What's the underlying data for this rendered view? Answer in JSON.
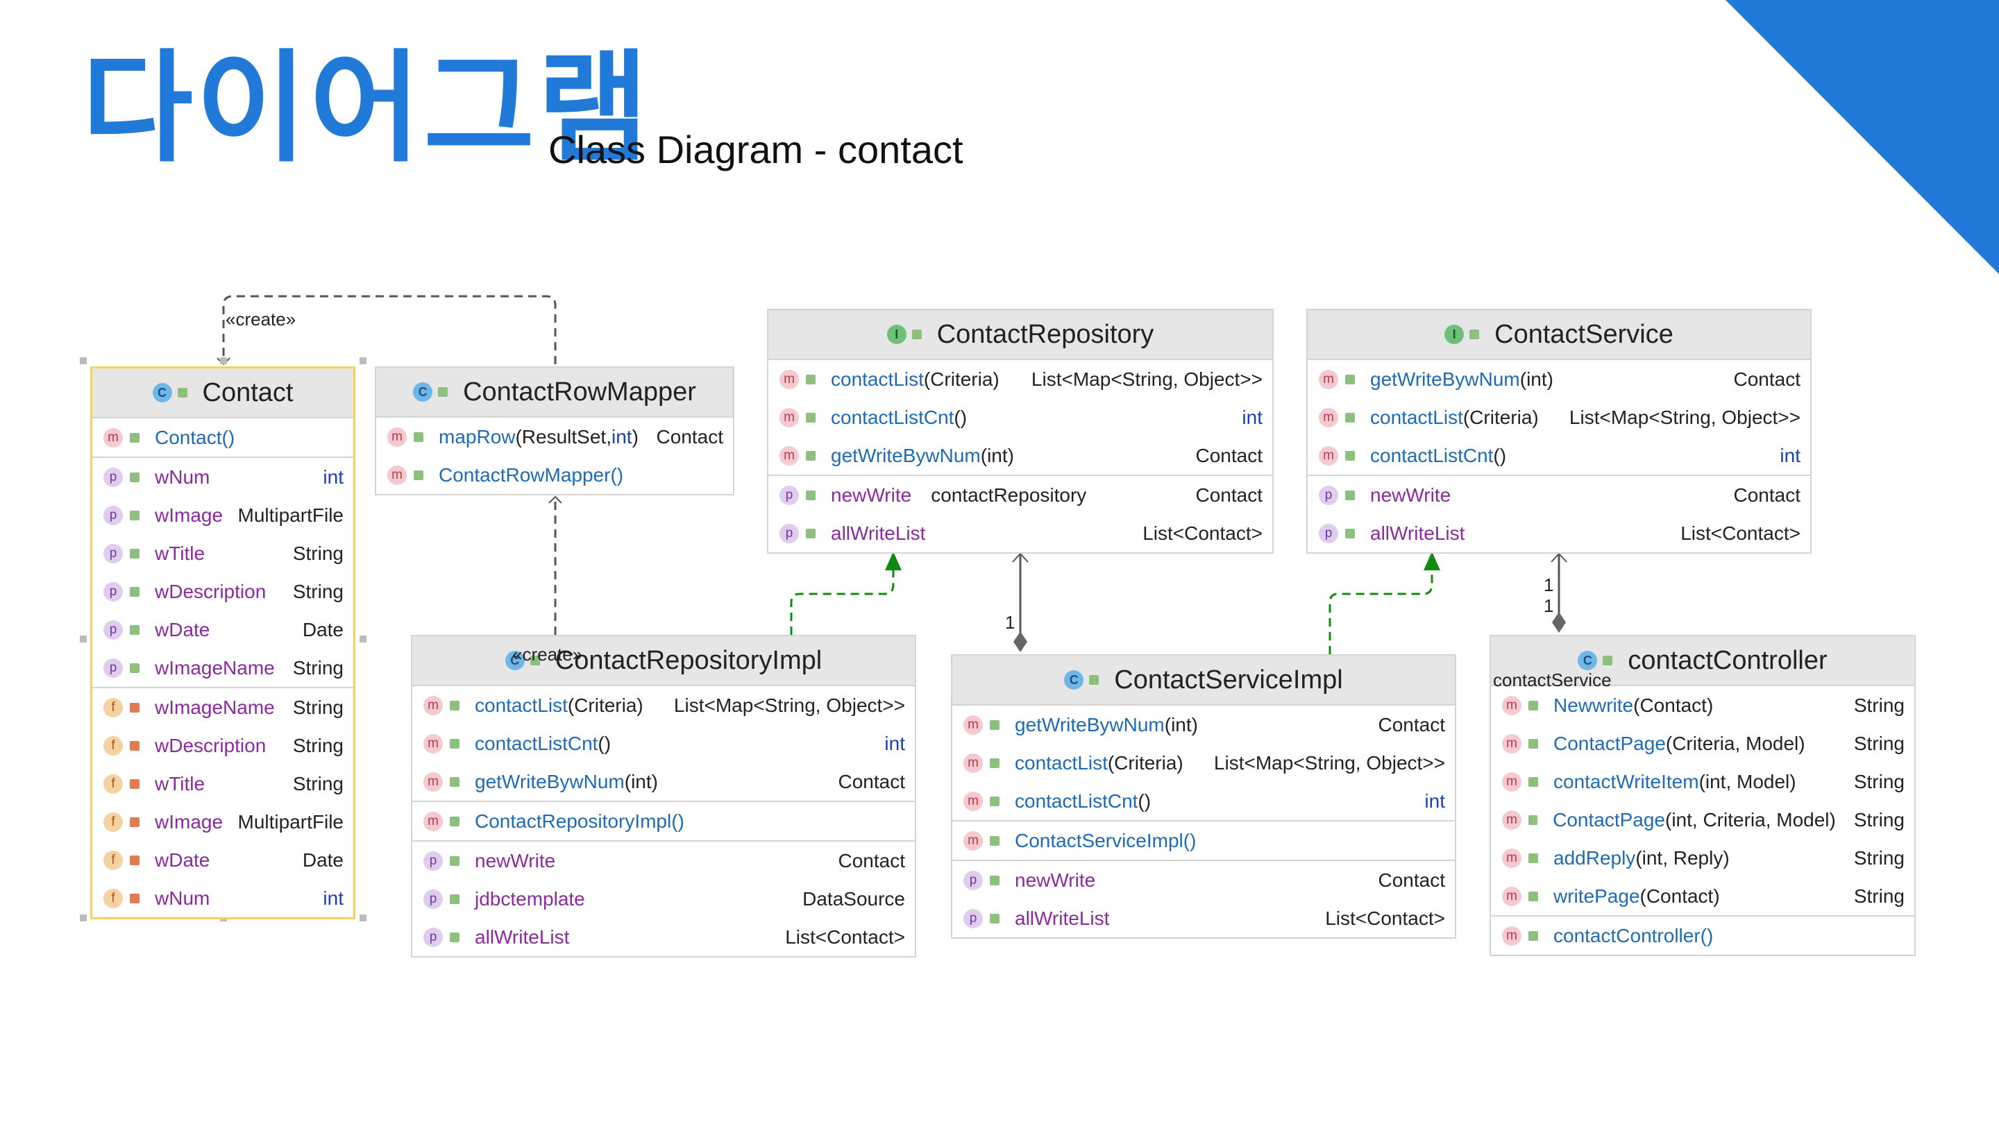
{
  "title": {
    "korean": "다이어그램",
    "english": "Class Diagram - contact"
  },
  "colors": {
    "accent": "#2179d8",
    "method": "#1d6ab5",
    "field": "#8a2a9e",
    "keyword": "#1d3fb5",
    "realization": "#108a10"
  },
  "labels": {
    "create_top": "«create»",
    "create_impl": "«create»",
    "contact_service": "contactService",
    "mult_repo": "1",
    "mult_service_a": "1",
    "mult_service_b": "1"
  },
  "classes": {
    "contact": {
      "name": "Contact",
      "kind_icon": "C",
      "constructor": "Contact()",
      "props": [
        {
          "name": "wNum",
          "type": "int",
          "type_kw": true
        },
        {
          "name": "wImage",
          "type": "MultipartFile"
        },
        {
          "name": "wTitle",
          "type": "String"
        },
        {
          "name": "wDescription",
          "type": "String"
        },
        {
          "name": "wDate",
          "type": "Date"
        },
        {
          "name": "wImageName",
          "type": "String"
        }
      ],
      "fields": [
        {
          "name": "wImageName",
          "type": "String"
        },
        {
          "name": "wDescription",
          "type": "String"
        },
        {
          "name": "wTitle",
          "type": "String"
        },
        {
          "name": "wImage",
          "type": "MultipartFile"
        },
        {
          "name": "wDate",
          "type": "Date"
        },
        {
          "name": "wNum",
          "type": "int",
          "type_kw": true
        }
      ]
    },
    "rowmapper": {
      "name": "ContactRowMapper",
      "kind_icon": "C",
      "m1_name": "mapRow",
      "m1_params_a": "(ResultSet, ",
      "m1_params_kw": "int",
      "m1_params_b": ")",
      "m1_type": "Contact",
      "m2_name": "ContactRowMapper()"
    },
    "repo": {
      "name": "ContactRepository",
      "kind_icon": "I",
      "methods": [
        {
          "name": "contactList",
          "params": "(Criteria)",
          "type": "List<Map<String, Object>>"
        },
        {
          "name": "contactListCnt",
          "params": "()",
          "type": "int",
          "type_kw": true
        },
        {
          "name": "getWriteBywNum",
          "params": "(int)",
          "type": "Contact"
        }
      ],
      "props": [
        {
          "name": "newWrite",
          "extra": "contactRepository",
          "type": "Contact"
        },
        {
          "name": "allWriteList",
          "type": "List<Contact>"
        }
      ]
    },
    "service": {
      "name": "ContactService",
      "kind_icon": "I",
      "methods": [
        {
          "name": "getWriteBywNum",
          "params": "(int)",
          "type": "Contact"
        },
        {
          "name": "contactList",
          "params": "(Criteria)",
          "type": "List<Map<String, Object>>"
        },
        {
          "name": "contactListCnt",
          "params": "()",
          "type": "int",
          "type_kw": true
        }
      ],
      "props": [
        {
          "name": "newWrite",
          "type": "Contact"
        },
        {
          "name": "allWriteList",
          "type": "List<Contact>"
        }
      ]
    },
    "repoimpl": {
      "name": "ContactRepositoryImpl",
      "kind_icon": "C",
      "methods": [
        {
          "name": "contactList",
          "params": "(Criteria)",
          "type": "List<Map<String, Object>>"
        },
        {
          "name": "contactListCnt",
          "params": "()",
          "type": "int",
          "type_kw": true
        },
        {
          "name": "getWriteBywNum",
          "params": "(int)",
          "type": "Contact"
        }
      ],
      "constructor": "ContactRepositoryImpl()",
      "props": [
        {
          "name": "newWrite",
          "type": "Contact"
        },
        {
          "name": "jdbctemplate",
          "type": "DataSource"
        },
        {
          "name": "allWriteList",
          "type": "List<Contact>"
        }
      ]
    },
    "serviceimpl": {
      "name": "ContactServiceImpl",
      "kind_icon": "C",
      "methods": [
        {
          "name": "getWriteBywNum",
          "params": "(int)",
          "type": "Contact"
        },
        {
          "name": "contactList",
          "params": "(Criteria)",
          "type": "List<Map<String, Object>>"
        },
        {
          "name": "contactListCnt",
          "params": "()",
          "type": "int",
          "type_kw": true
        }
      ],
      "constructor": "ContactServiceImpl()",
      "props": [
        {
          "name": "newWrite",
          "type": "Contact"
        },
        {
          "name": "allWriteList",
          "type": "List<Contact>"
        }
      ]
    },
    "controller": {
      "name": "contactController",
      "kind_icon": "C",
      "methods": [
        {
          "name": "Newwrite",
          "params": "(Contact)",
          "type": "String"
        },
        {
          "name": "ContactPage",
          "params": "(Criteria, Model)",
          "type": "String"
        },
        {
          "name": "contactWriteItem",
          "params": "(int, Model)",
          "type": "String"
        },
        {
          "name": "ContactPage",
          "params": "(int, Criteria, Model)",
          "type": "String"
        },
        {
          "name": "addReply",
          "params": "(int, Reply)",
          "type": "String"
        },
        {
          "name": "writePage",
          "params": "(Contact)",
          "type": "String"
        }
      ],
      "constructor": "contactController()"
    }
  }
}
